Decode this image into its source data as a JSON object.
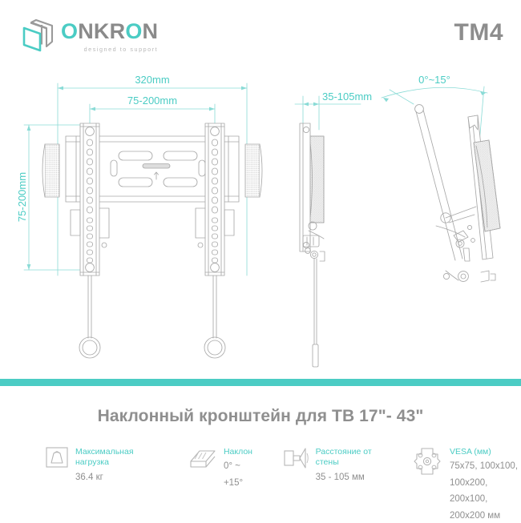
{
  "header": {
    "brand_primary": "ONKR",
    "brand_accent_letter": "O",
    "brand_suffix": "N",
    "brand_full": "ONKRON",
    "tagline": "designed to support",
    "model": "TM4",
    "logo_icon": "cube-logo-icon"
  },
  "colors": {
    "accent_teal": "#4BCCC4",
    "text_gray": "#8f8f8f",
    "line_gray": "#a6a6a6",
    "tagline_gray": "#b9b9b9"
  },
  "drawings": {
    "front_view": {
      "name": "front-view-drawing",
      "dim_width": "320mm",
      "dim_inner_width": "75-200mm",
      "dim_height": "75-200mm"
    },
    "side_view": {
      "name": "side-view-drawing",
      "dim_depth": "35-105mm"
    },
    "tilt_view": {
      "name": "tilt-view-drawing",
      "dim_angle": "0°~15°"
    }
  },
  "title": "Наклонный кронштейн для ТВ 17\"- 43\"",
  "specs": [
    {
      "id": "max-load",
      "icon": "weight-load-icon",
      "label": "Максимальная\nнагрузка",
      "value": "36.4 кг"
    },
    {
      "id": "tilt",
      "icon": "tilt-angle-icon",
      "label": "Наклон",
      "value": "0° ~ +15°"
    },
    {
      "id": "wall-distance",
      "icon": "wall-distance-icon",
      "label": "Расстояние\nот стены",
      "value": "35 - 105 мм"
    },
    {
      "id": "vesa",
      "icon": "vesa-plate-icon",
      "label": "VESA (мм)",
      "value": "75x75, 100x100,\n100x200, 200x100,\n200x200 мм"
    }
  ]
}
